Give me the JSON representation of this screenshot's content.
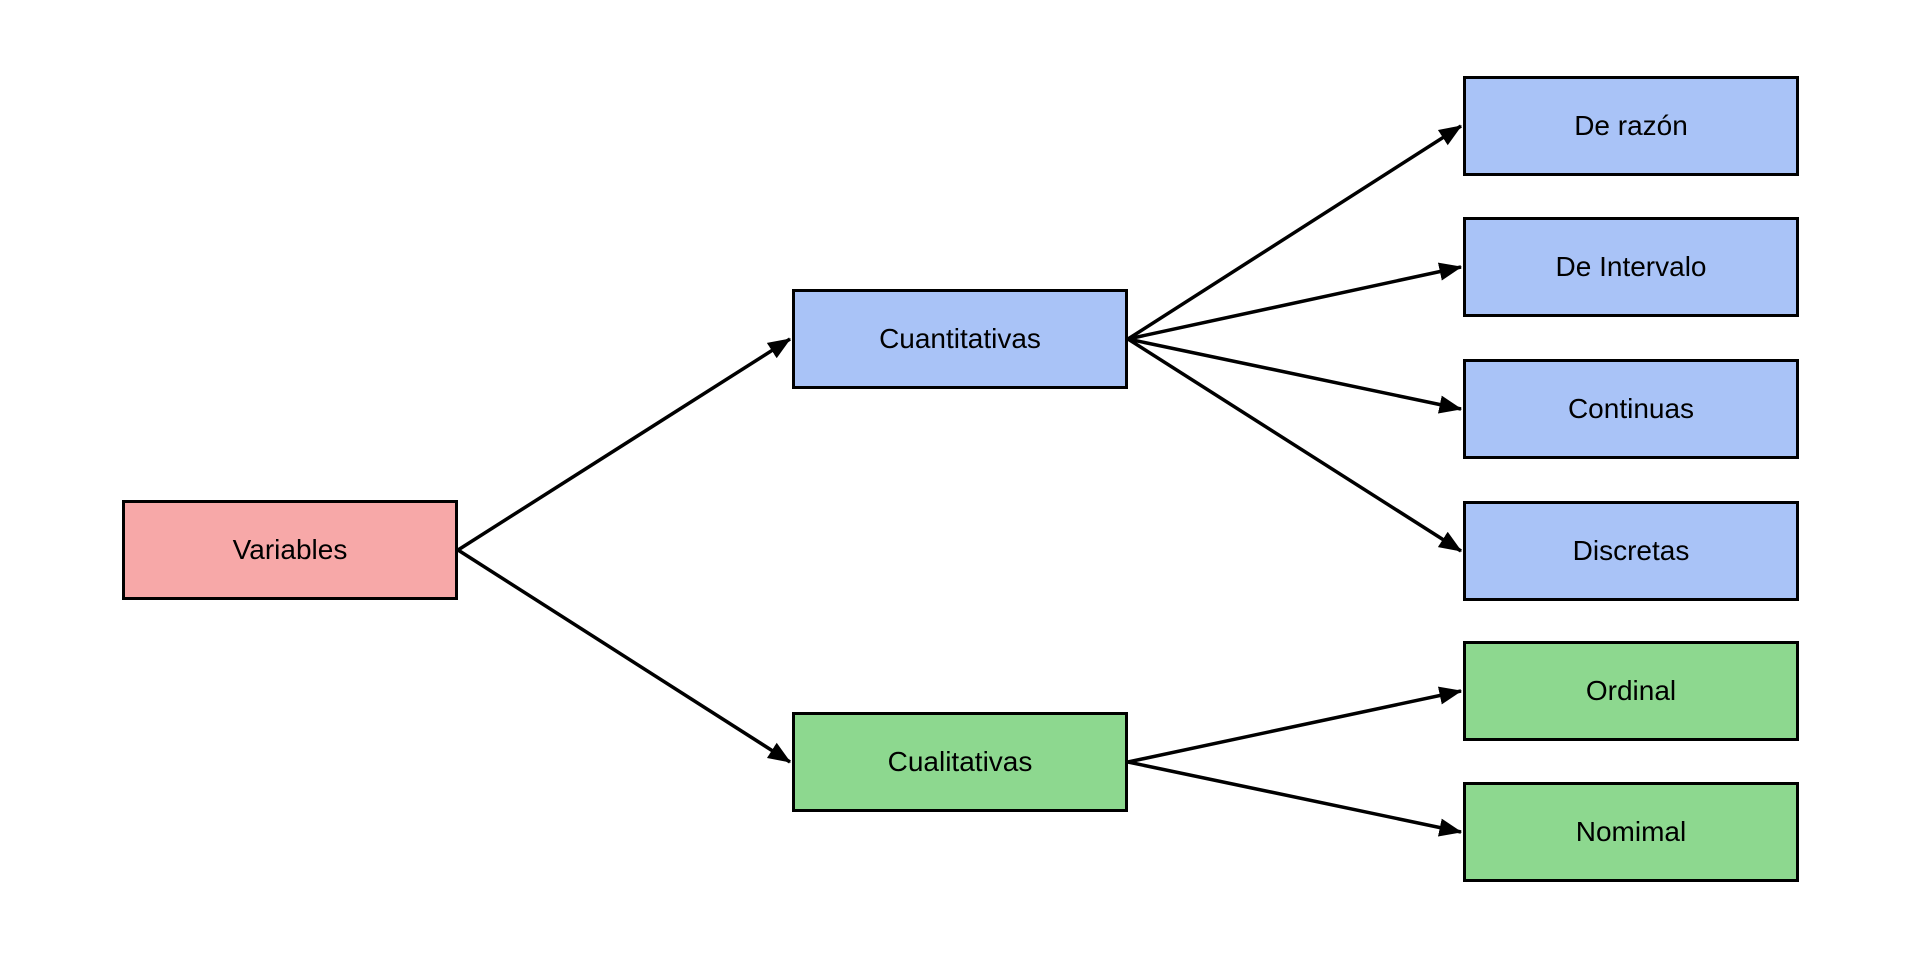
{
  "diagram": {
    "palette": {
      "background": "#ffffff",
      "line": "#000000",
      "border": "#000000",
      "text": "#000000",
      "root_fill": "#f7a8a8",
      "quantitative_fill": "#a9c3f7",
      "qualitative_fill": "#8dd88f"
    },
    "nodes": [
      {
        "id": "variables",
        "label": "Variables",
        "color": "#f7a8a8"
      },
      {
        "id": "cuantitativas",
        "label": "Cuantitativas",
        "color": "#a9c3f7"
      },
      {
        "id": "cualitativas",
        "label": "Cualitativas",
        "color": "#8dd88f"
      },
      {
        "id": "de-razon",
        "label": "De razón",
        "color": "#a9c3f7"
      },
      {
        "id": "de-intervalo",
        "label": "De Intervalo",
        "color": "#a9c3f7"
      },
      {
        "id": "continuas",
        "label": "Continuas",
        "color": "#a9c3f7"
      },
      {
        "id": "discretas",
        "label": "Discretas",
        "color": "#a9c3f7"
      },
      {
        "id": "ordinal",
        "label": "Ordinal",
        "color": "#8dd88f"
      },
      {
        "id": "nomimal",
        "label": "Nomimal",
        "color": "#8dd88f"
      }
    ],
    "edges": [
      {
        "from": "variables",
        "to": "cuantitativas"
      },
      {
        "from": "variables",
        "to": "cualitativas"
      },
      {
        "from": "cuantitativas",
        "to": "de-razon"
      },
      {
        "from": "cuantitativas",
        "to": "de-intervalo"
      },
      {
        "from": "cuantitativas",
        "to": "continuas"
      },
      {
        "from": "cuantitativas",
        "to": "discretas"
      },
      {
        "from": "cualitativas",
        "to": "ordinal"
      },
      {
        "from": "cualitativas",
        "to": "nomimal"
      }
    ]
  }
}
